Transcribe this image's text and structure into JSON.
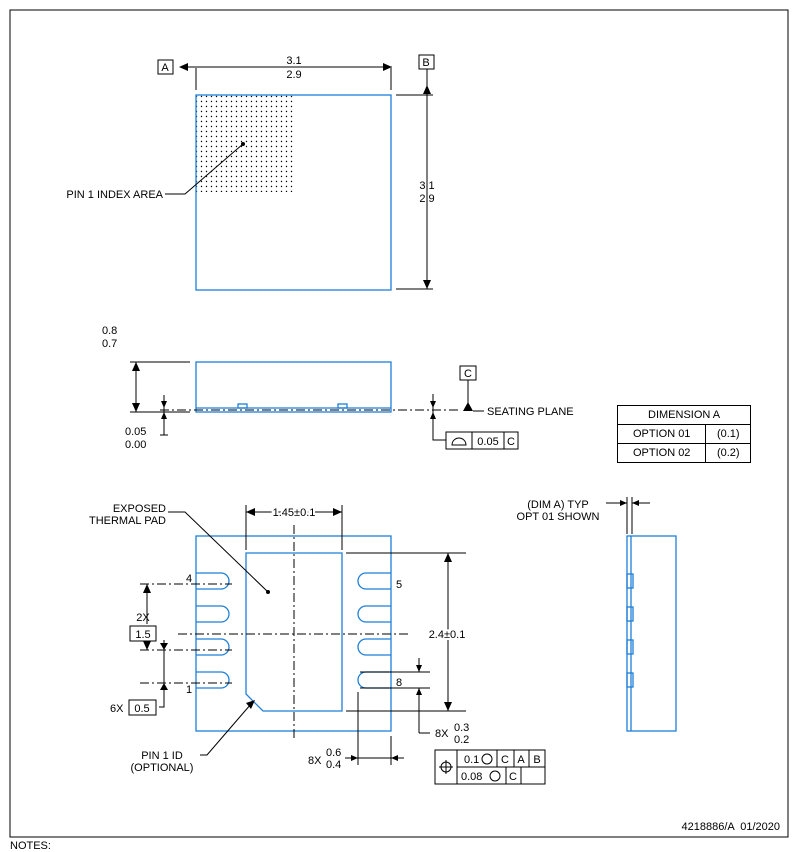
{
  "datums": {
    "a": "A",
    "b": "B",
    "c": "C"
  },
  "top_view": {
    "width_max": "3.1",
    "width_min": "2.9",
    "height_max": "3.1",
    "height_min": "2.9",
    "pin1_index_label": "PIN 1 INDEX AREA"
  },
  "side_view": {
    "height_max": "0.8",
    "height_min": "0.7",
    "standoff_max": "0.05",
    "standoff_min": "0.00",
    "seating_plane": "SEATING PLANE",
    "flatness_value": "0.05",
    "flatness_datum": "C"
  },
  "dimension_table": {
    "header": "DIMENSION A",
    "rows": [
      {
        "option": "OPTION 01",
        "value": "(0.1)"
      },
      {
        "option": "OPTION 02",
        "value": "(0.2)"
      }
    ]
  },
  "bottom_view": {
    "exposed_pad_label_line1": "EXPOSED",
    "exposed_pad_label_line2": "THERMAL PAD",
    "pad_width": "1.45±0.1",
    "pad_length": "2.4±0.1",
    "pitch_count": "2X",
    "pitch_value": "1.5",
    "pitch6_count": "6X",
    "pitch6_value": "0.5",
    "pin_4": "4",
    "pin_1": "1",
    "pin_5": "5",
    "pin_8": "8",
    "lead_width_count": "8X",
    "lead_width_max": "0.3",
    "lead_width_min": "0.2",
    "lead_len_count": "8X",
    "lead_len_max": "0.6",
    "lead_len_min": "0.4",
    "pin1_id_line1": "PIN 1 ID",
    "pin1_id_line2": "(OPTIONAL)",
    "fcf_row1_tol": "0.1",
    "fcf_row1_datums": [
      "C",
      "A",
      "B"
    ],
    "fcf_row2_tol": "0.08",
    "fcf_row2_datum": "C"
  },
  "end_view": {
    "label_line1": "(DIM A) TYP",
    "label_line2": "OPT 01 SHOWN"
  },
  "footer": {
    "drawing_number": "4218886/A  01/2020",
    "notes": "NOTES:"
  }
}
